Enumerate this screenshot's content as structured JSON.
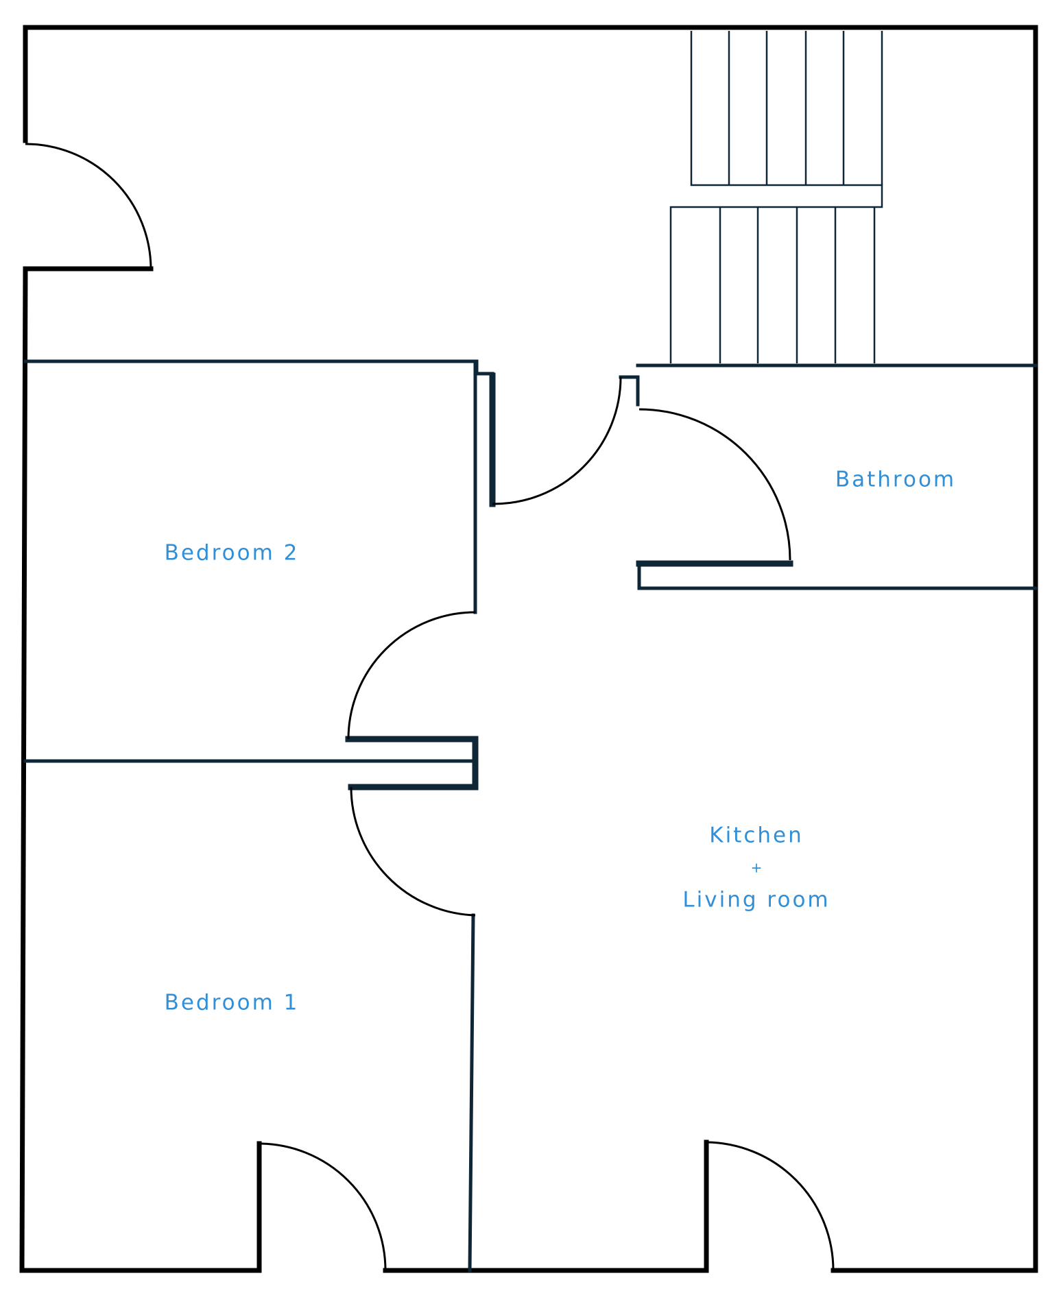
{
  "colors": {
    "wall": "#000000",
    "partition": "#0f2636",
    "label": "#2f8fd8",
    "background": "#ffffff"
  },
  "rooms": {
    "bedroom_2": "Bedroom 2",
    "bedroom_1": "Bedroom 1",
    "bathroom": "Bathroom",
    "kitchen_line1": "Kitchen",
    "kitchen_plus": "+",
    "kitchen_line2": "Living room"
  }
}
